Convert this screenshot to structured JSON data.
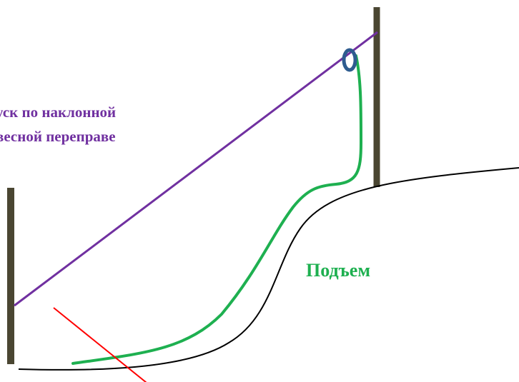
{
  "caption": {
    "line1": "уск по наклонной",
    "line2": "весной переправе",
    "color": "#7030a0"
  },
  "climb_label": {
    "text": "Подъем",
    "color": "#1eb050"
  },
  "colors": {
    "pole": "#4a4632",
    "rope": "#7030a0",
    "carabiner": "#2e5c8f",
    "climb_path": "#1eb050",
    "terrain": "#000000",
    "cross_line": "#ff0000"
  }
}
